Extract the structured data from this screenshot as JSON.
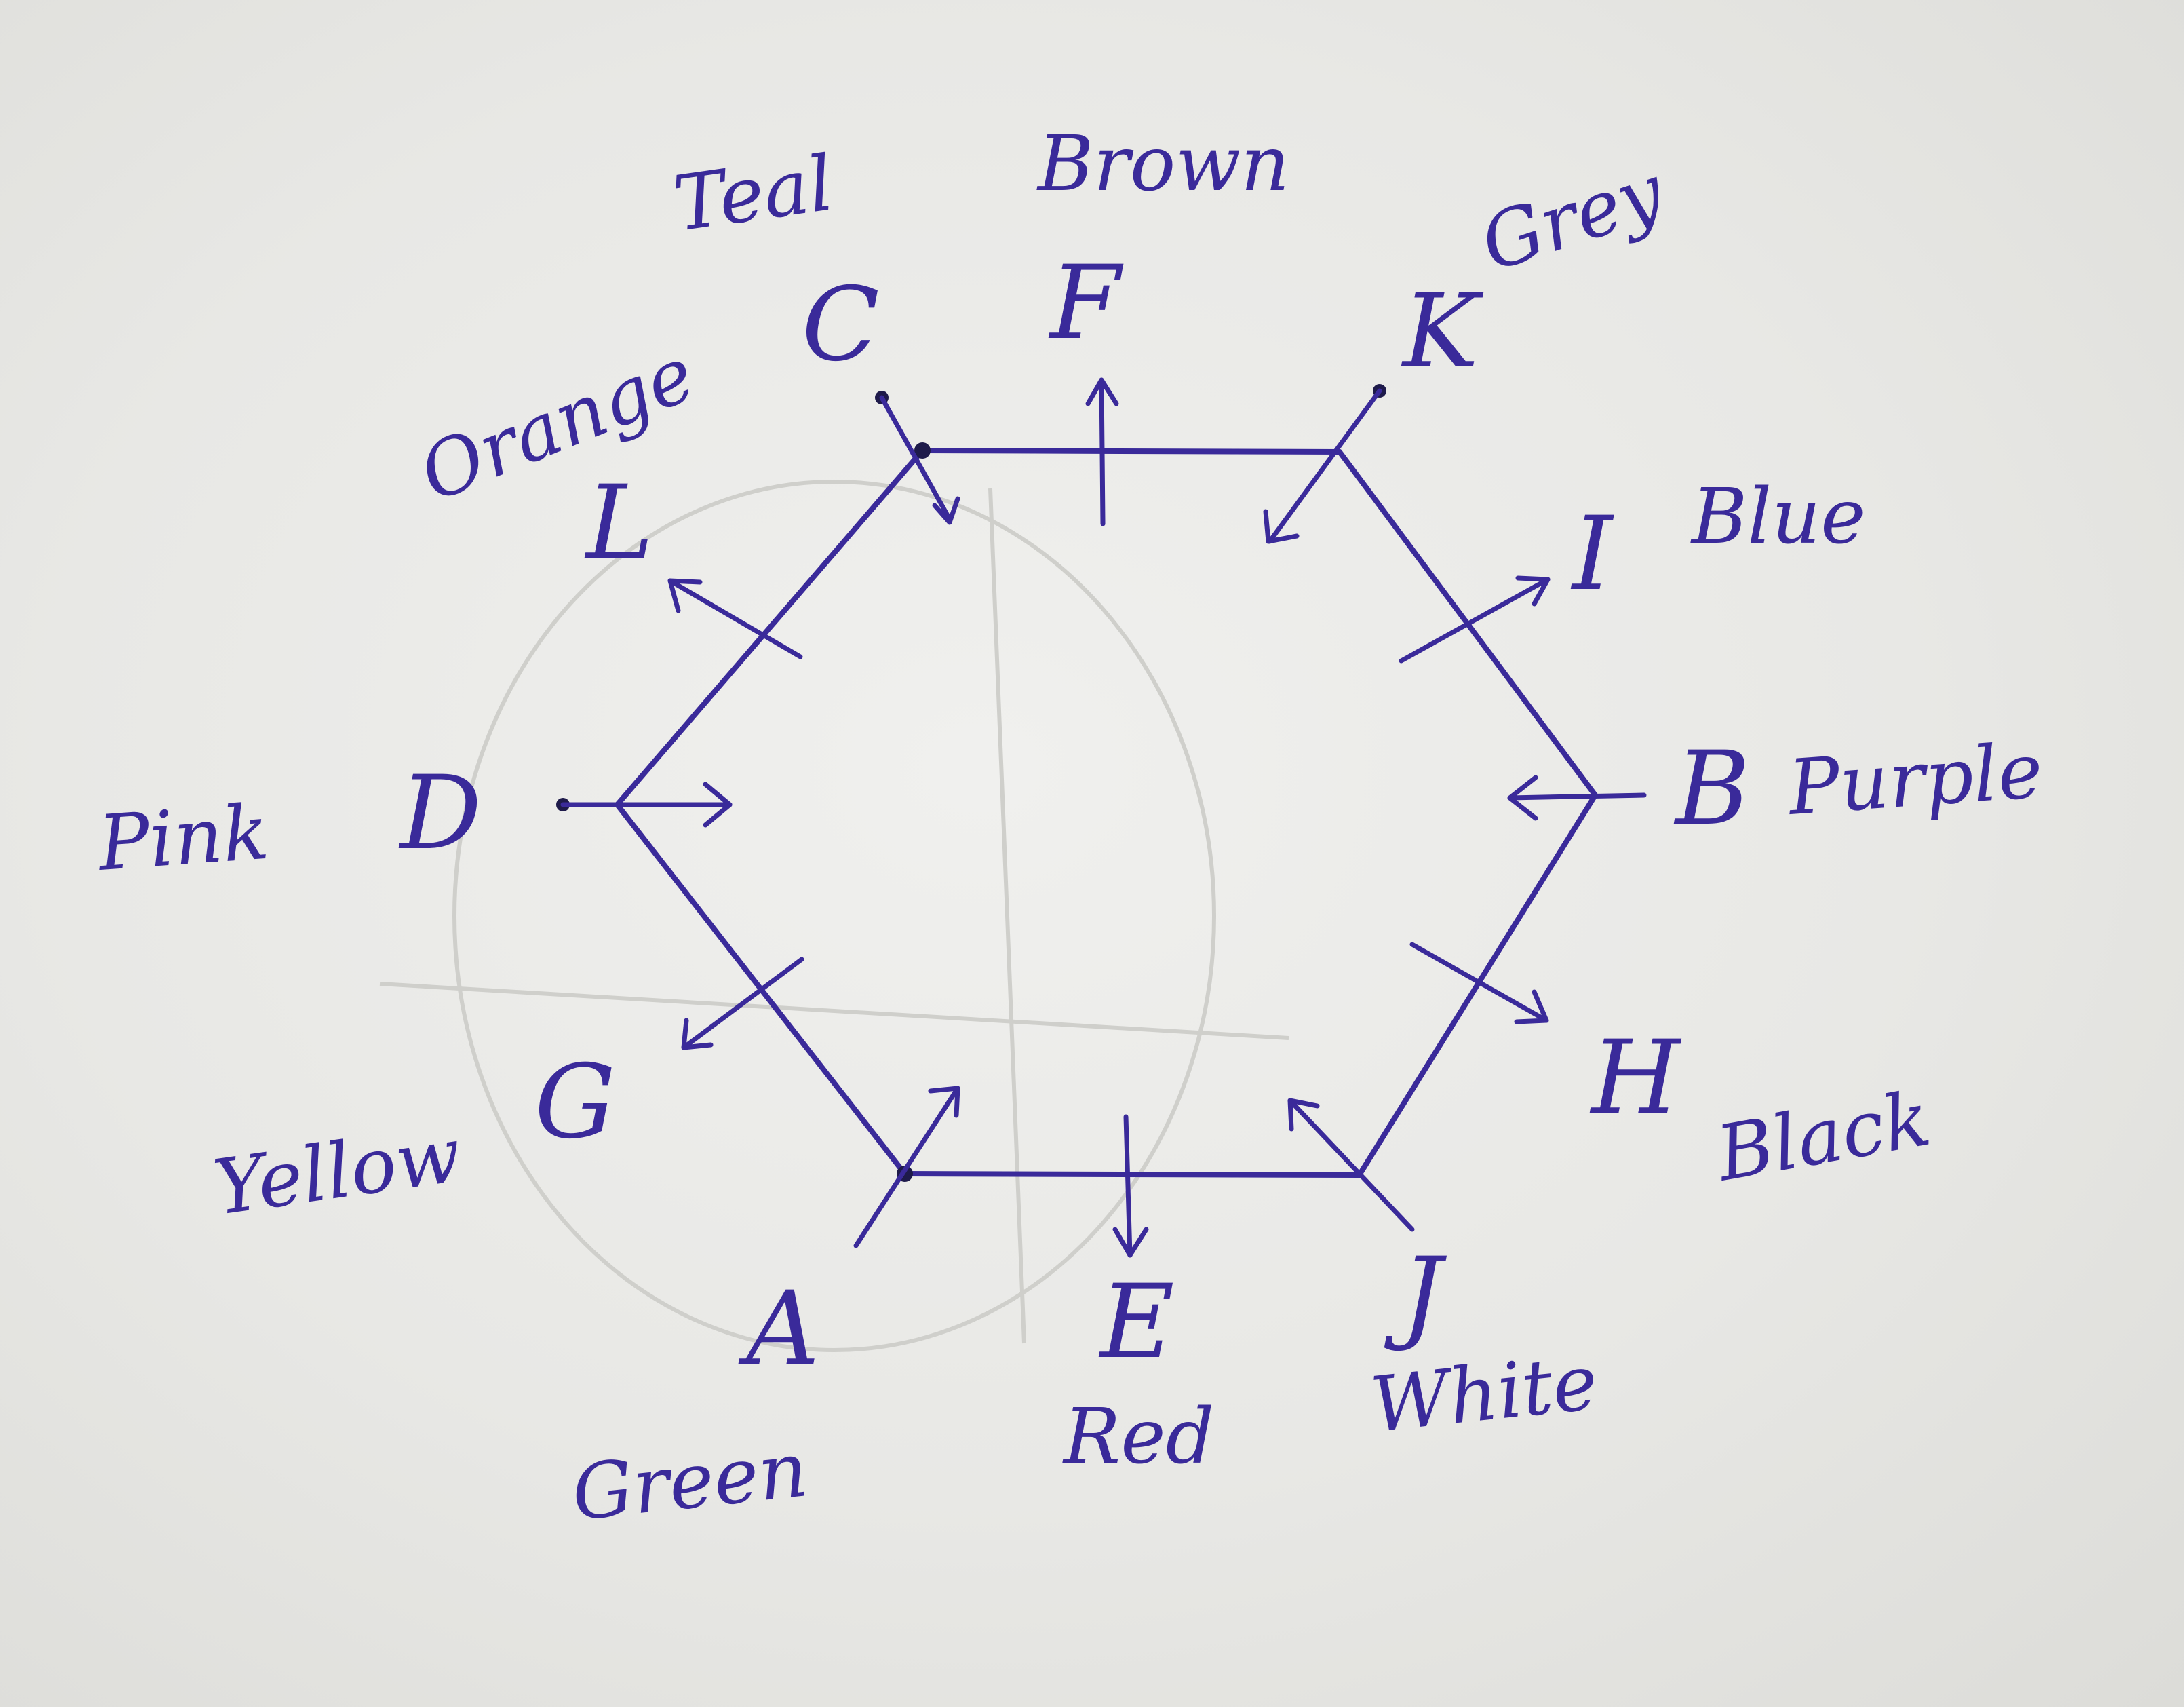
{
  "diagram": {
    "edges": [
      {
        "id": "C-K",
        "from": "C",
        "to": "K"
      },
      {
        "id": "K-B",
        "from": "K",
        "to": "B"
      },
      {
        "id": "B-J",
        "from": "B",
        "to": "J"
      },
      {
        "id": "J-A",
        "from": "J",
        "to": "A"
      },
      {
        "id": "A-D",
        "from": "A",
        "to": "D"
      },
      {
        "id": "D-C",
        "from": "D",
        "to": "C"
      }
    ],
    "arrows": [
      {
        "letter": "C",
        "color": "Teal",
        "direction": "in"
      },
      {
        "letter": "F",
        "color": "Brown",
        "direction": "out"
      },
      {
        "letter": "K",
        "color": "Grey",
        "direction": "in"
      },
      {
        "letter": "I",
        "color": "Blue",
        "direction": "out"
      },
      {
        "letter": "B",
        "color": "Purple",
        "direction": "in"
      },
      {
        "letter": "H",
        "color": "Black",
        "direction": "out"
      },
      {
        "letter": "J",
        "color": "White",
        "direction": "in"
      },
      {
        "letter": "E",
        "color": "Red",
        "direction": "out"
      },
      {
        "letter": "A",
        "color": "Green",
        "direction": "in"
      },
      {
        "letter": "G",
        "color": "Yellow",
        "direction": "out"
      },
      {
        "letter": "D",
        "color": "Pink",
        "direction": "in"
      },
      {
        "letter": "L",
        "color": "Orange",
        "direction": "out"
      }
    ],
    "labels": {
      "C": "C",
      "teal": "Teal",
      "F": "F",
      "brown": "Brown",
      "K": "K",
      "grey": "Grey",
      "I": "I",
      "blue": "Blue",
      "B": "B",
      "purple": "Purple",
      "H": "H",
      "black": "Black",
      "J": "J",
      "white": "White",
      "E": "E",
      "red": "Red",
      "A": "A",
      "green": "Green",
      "G": "G",
      "yellow": "Yellow",
      "D": "D",
      "pink": "Pink",
      "L": "L",
      "orange": "Orange"
    },
    "colors": {
      "ink": "#3a2a9a",
      "dot": "#1e1a4a",
      "paper": "#e8e8e5"
    }
  }
}
